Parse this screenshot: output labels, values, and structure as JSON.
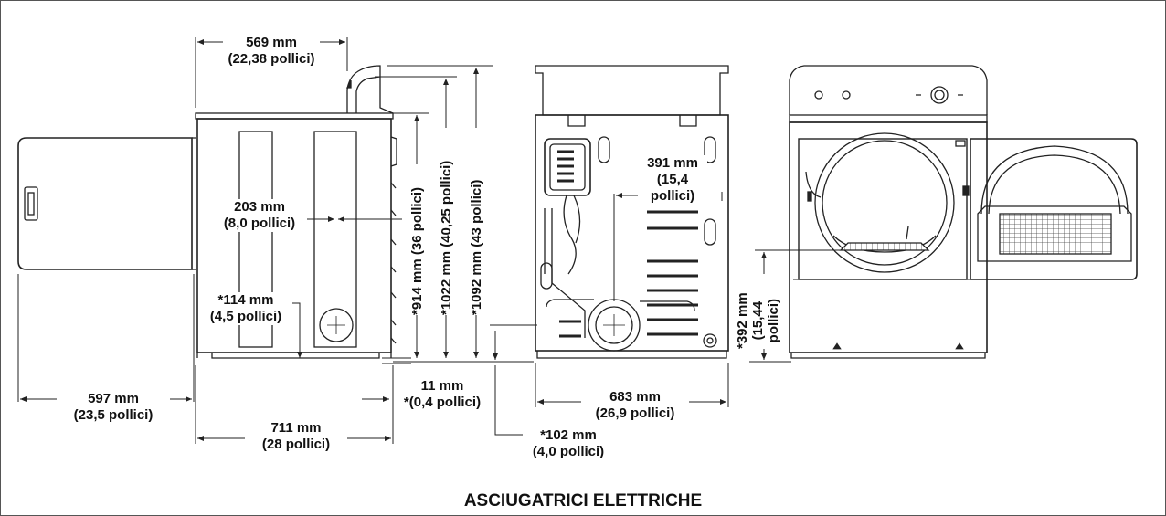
{
  "caption": "ASCIUGATRICI ELETTRICHE",
  "dimensions": {
    "top_depth": {
      "mm": "569 mm",
      "in": "(22,38 pollici)"
    },
    "door_width": {
      "mm": "597 mm",
      "in": "(23,5 pollici)"
    },
    "side_depth": {
      "mm": "711 mm",
      "in": "(28 pollici)"
    },
    "vent_offset": {
      "mm": "203 mm",
      "in": "(8,0 pollici)"
    },
    "vent_height_side": {
      "mm": "*114 mm",
      "in": "(4,5 pollici)"
    },
    "foot_gap": {
      "mm": "11 mm",
      "in": "*(0,4 pollici)"
    },
    "height_914": "*914 mm (36 pollici)",
    "height_1022": "*1022 mm (40,25 pollici)",
    "height_1092": "*1092 mm (43 pollici)",
    "vent_height_rear": {
      "mm": "*102 mm",
      "in": "(4,0 pollici)"
    },
    "rear_width": {
      "mm": "683 mm",
      "in": "(26,9 pollici)"
    },
    "vent_center": {
      "mm": "391 mm",
      "in1": "(15,4",
      "in2": "pollici)"
    },
    "door_bottom": {
      "mm": "*392 mm",
      "in1": "(15,44",
      "in2": "pollici)"
    }
  }
}
